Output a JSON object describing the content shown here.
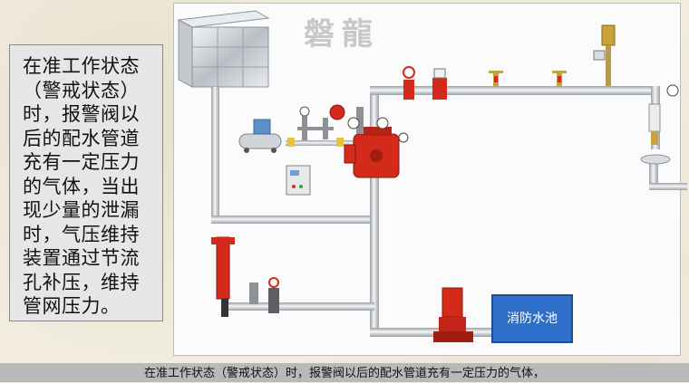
{
  "left_text": "在准工作状态\n（警戒状态）\n时，报警阀以\n后的配水管道\n充有一定压力\n的气体，当出\n现少量的泄漏\n时，气压维持\n装置通过节流\n孔补压，维持\n管网压力。",
  "watermark": "磐龍",
  "pool_label": "消防水池",
  "caption": "在准工作状态（警戒状态）时，报警阀以后的配水管道充有一定压力的气体，",
  "colors": {
    "pipe": "#d4d8dc",
    "pipe_edge": "#8c9298",
    "valve_red": "#d42a1c",
    "pool_blue": "#2d6fc9",
    "panel_gray": "#e6e6e6",
    "caption_gray": "#b9b9b9"
  },
  "icons": [
    "water-tank-icon",
    "air-compressor-icon",
    "control-box-icon",
    "alarm-valve-icon",
    "pressure-gauge-icon",
    "sprinkler-head-icon",
    "exhaust-valve-icon",
    "pump-icon",
    "hydrant-icon",
    "gate-valve-icon"
  ]
}
